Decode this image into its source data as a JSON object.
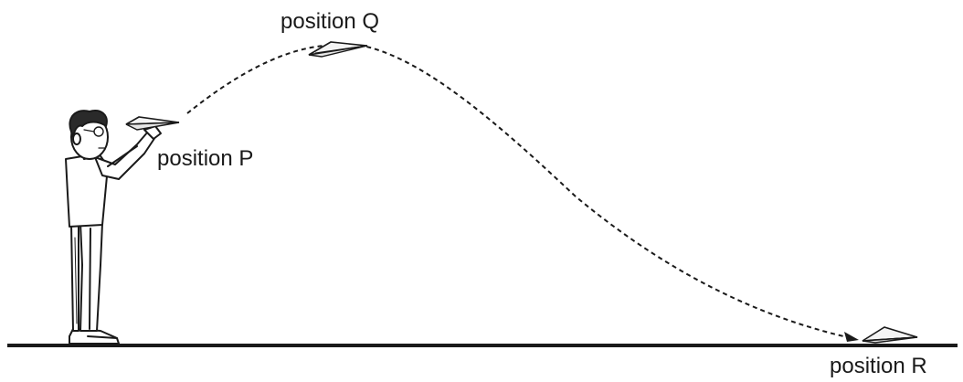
{
  "labels": {
    "position_q": "position Q",
    "position_p": "position P",
    "position_r": "position R"
  },
  "colors": {
    "ink": "#1a1a1a",
    "paper_plane_fill": "#f4f4f4",
    "background": "#ffffff"
  },
  "figures": {
    "person": "boy-throwing-icon",
    "plane": "paper-plane-icon"
  }
}
